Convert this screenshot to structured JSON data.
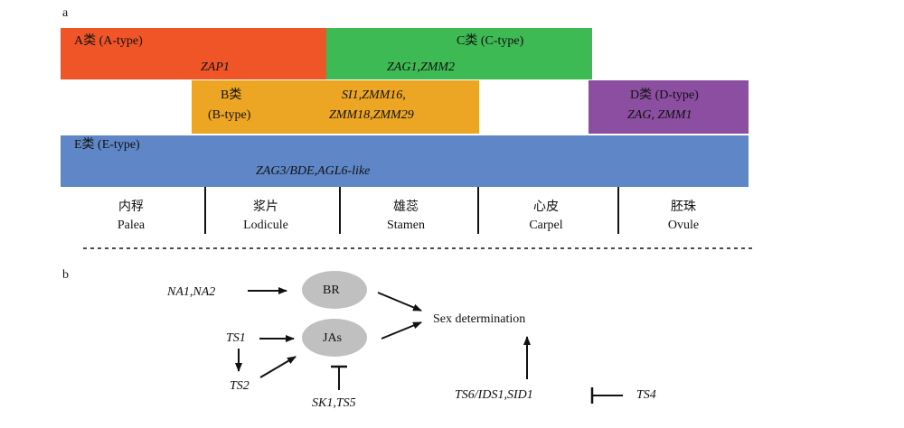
{
  "panel_a": {
    "label": "a",
    "classes": {
      "A": {
        "name": "A类 (A-type)",
        "genes": "ZAP1",
        "color": "#ef5527"
      },
      "C": {
        "name": "C类 (C-type)",
        "genes": "ZAG1,ZMM2",
        "color": "#3dba53"
      },
      "B": {
        "name_line1": "B类",
        "name_line2": "(B-type)",
        "genes_line1": "SI1,ZMM16,",
        "genes_line2": "ZMM18,ZMM29",
        "color": "#eda623"
      },
      "D": {
        "name": "D类 (D-type)",
        "genes": "ZAG, ZMM1",
        "color": "#8b4ea1"
      },
      "E": {
        "name": "E类 (E-type)",
        "genes": "ZAG3/BDE,AGL6-like",
        "color": "#5f87c8"
      }
    },
    "organs": [
      {
        "zh": "内稃",
        "en": "Palea"
      },
      {
        "zh": "浆片",
        "en": "Lodicule"
      },
      {
        "zh": "雄蕊",
        "en": "Stamen"
      },
      {
        "zh": "心皮",
        "en": "Carpel"
      },
      {
        "zh": "胚珠",
        "en": "Ovule"
      }
    ]
  },
  "panel_b": {
    "label": "b",
    "na": "NA1,NA2",
    "br": "BR",
    "ts1": "TS1",
    "ts2": "TS2",
    "jas": "JAs",
    "sk": "SK1,TS5",
    "sex": "Sex determination",
    "ts6": "TS6/IDS1,SID1",
    "ts4": "TS4"
  }
}
